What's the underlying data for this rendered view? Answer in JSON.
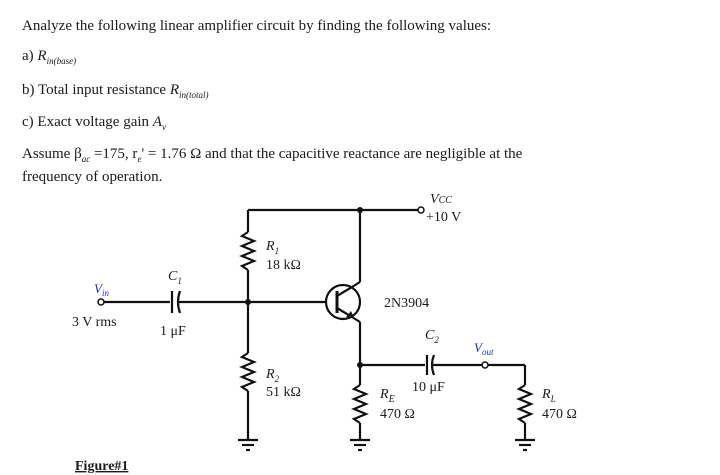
{
  "question": {
    "intro": "Analyze the following linear amplifier circuit by finding the following values:",
    "part_a": {
      "label": "a)",
      "symbol": "R",
      "subscript": "in(base)"
    },
    "part_b": {
      "label": "b)",
      "text": "Total input resistance",
      "symbol": "R",
      "subscript": "in(total)"
    },
    "part_c": {
      "label": "c)",
      "text": "Exact voltage gain",
      "symbol": "A",
      "subscript": "v"
    },
    "assumption_line1": "Assume β",
    "assumption_sub": "ac",
    "assumption_rest": "=175, r",
    "assumption_rest2": "' = 1.76 Ω and that the capacitive reactance are negligible at the",
    "assumption_line2": "frequency of operation."
  },
  "circuit": {
    "vcc_label": "V",
    "vcc_sub": "CC",
    "vcc_value": "+10 V",
    "r1_label": "R",
    "r1_sub": "1",
    "r1_value": "18 kΩ",
    "r2_label": "R",
    "r2_sub": "2",
    "r2_value": "51 kΩ",
    "c1_label": "C",
    "c1_sub": "1",
    "c1_value": "1 μF",
    "c2_label": "C",
    "c2_sub": "2",
    "c2_value": "10 μF",
    "transistor": "2N3904",
    "re_label": "R",
    "re_sub": "E",
    "re_value": "470 Ω",
    "rl_label": "R",
    "rl_sub": "L",
    "rl_value": "470 Ω",
    "vin_label": "V",
    "vin_sub": "in",
    "vin_value": "3 V rms",
    "vout_label": "V",
    "vout_sub": "out",
    "figure_caption": "Figure#1"
  },
  "colors": {
    "ink": "#1a1a1a",
    "wire": "#111111",
    "label_blue": "#2233aa",
    "background": "#ffffff"
  }
}
